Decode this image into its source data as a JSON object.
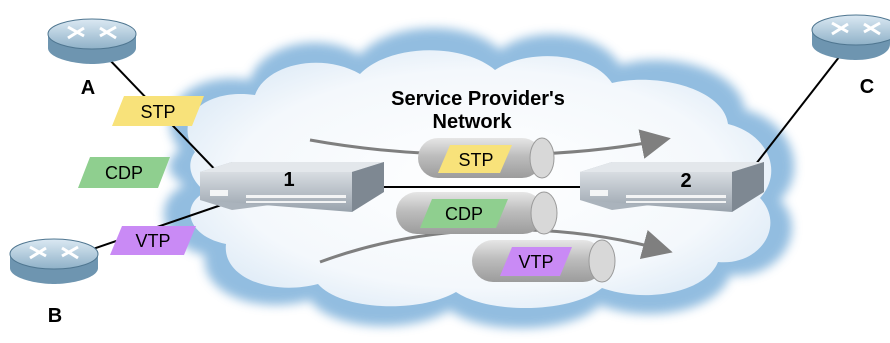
{
  "title": {
    "line1": "Service Provider's",
    "line2": "Network"
  },
  "nodes": {
    "router_a": "A",
    "router_b": "B",
    "router_c": "C",
    "switch_1": "1",
    "switch_2": "2"
  },
  "tags": {
    "stp": "STP",
    "cdp": "CDP",
    "vtp": "VTP"
  },
  "tunnels": {
    "stp": "STP",
    "cdp": "CDP",
    "vtp": "VTP"
  },
  "colors": {
    "stp": "#f8e27a",
    "cdp": "#8fcf8f",
    "vtp": "#c98af5",
    "cloud_edge": "#6ea7d6",
    "tunnel": "#c8c8c8",
    "arrow": "#7f7f7f"
  }
}
